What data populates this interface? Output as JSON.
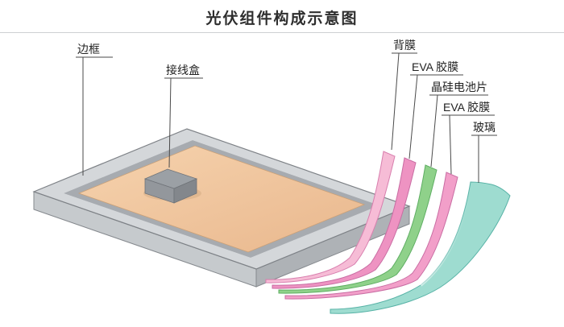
{
  "title": "光伏组件构成示意图",
  "parts": {
    "frame": {
      "label": "边框",
      "color": "#d4d7da"
    },
    "junction_box": {
      "label": "接线盒",
      "color": "#9ba0a5"
    },
    "back_sheet": {
      "label": "背膜",
      "color": "#f6bcd6"
    },
    "eva_upper": {
      "label": "EVA 胶膜",
      "color": "#ee93c2"
    },
    "cell": {
      "label": "晶硅电池片",
      "color": "#8fd18a"
    },
    "eva_lower": {
      "label": "EVA 胶膜",
      "color": "#f29fc9"
    },
    "glass": {
      "label": "玻璃",
      "color": "#9edcd0"
    }
  },
  "panel_color": "#f2c9a2"
}
